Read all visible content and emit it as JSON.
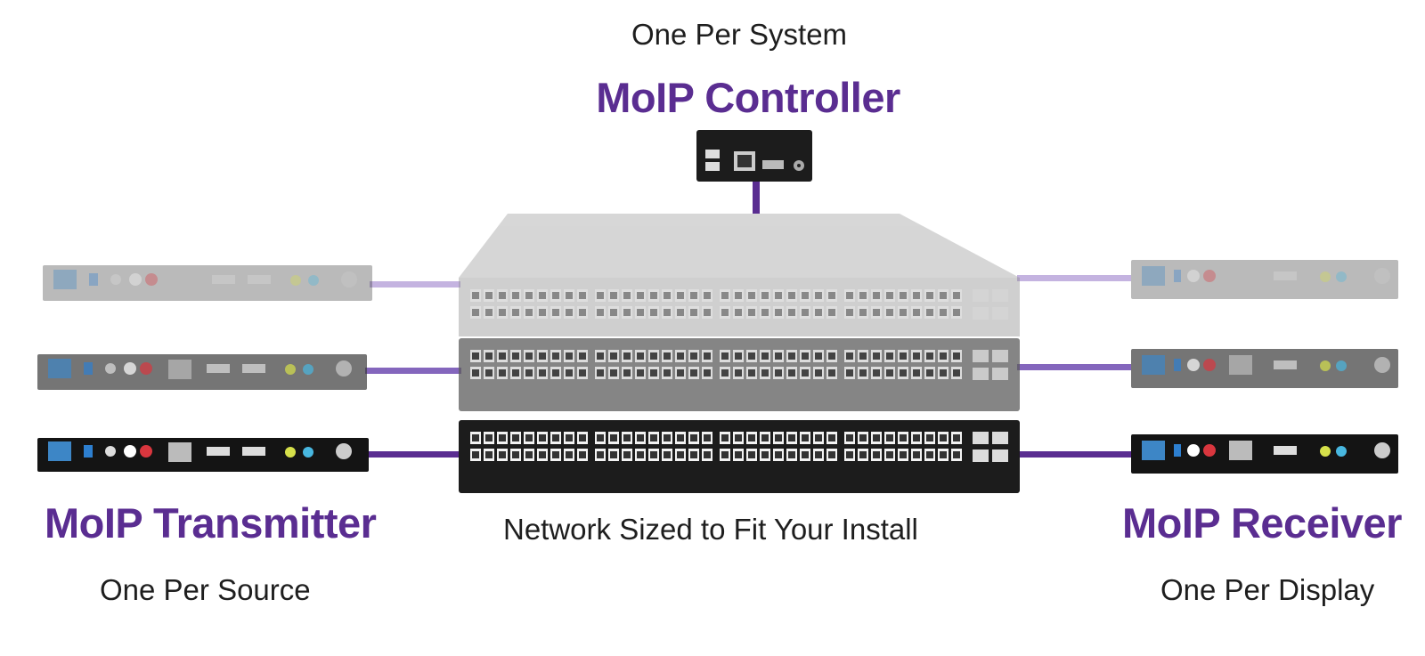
{
  "labels": {
    "controller_caption": "One Per System",
    "controller_title": "MoIP Controller",
    "transmitter_title": "MoIP Transmitter",
    "transmitter_caption": "One Per Source",
    "receiver_title": "MoIP Receiver",
    "receiver_caption": "One Per Display",
    "network_caption": "Network Sized to Fit Your Install"
  },
  "colors": {
    "brand_purple": "#5a2d91",
    "light_purple": "#b9a5d9",
    "mid_purple": "#7d5bb5",
    "device_black": "#1f1f1f",
    "device_gray": "#7a7a7a",
    "device_light": "#c9c9c9"
  },
  "devices": {
    "controller": "moip-controller",
    "switches": [
      "switch-light",
      "switch-mid",
      "switch-dark"
    ],
    "transmitters": [
      "transmitter-light",
      "transmitter-mid",
      "transmitter-dark"
    ],
    "receivers": [
      "receiver-light",
      "receiver-mid",
      "receiver-dark"
    ]
  }
}
